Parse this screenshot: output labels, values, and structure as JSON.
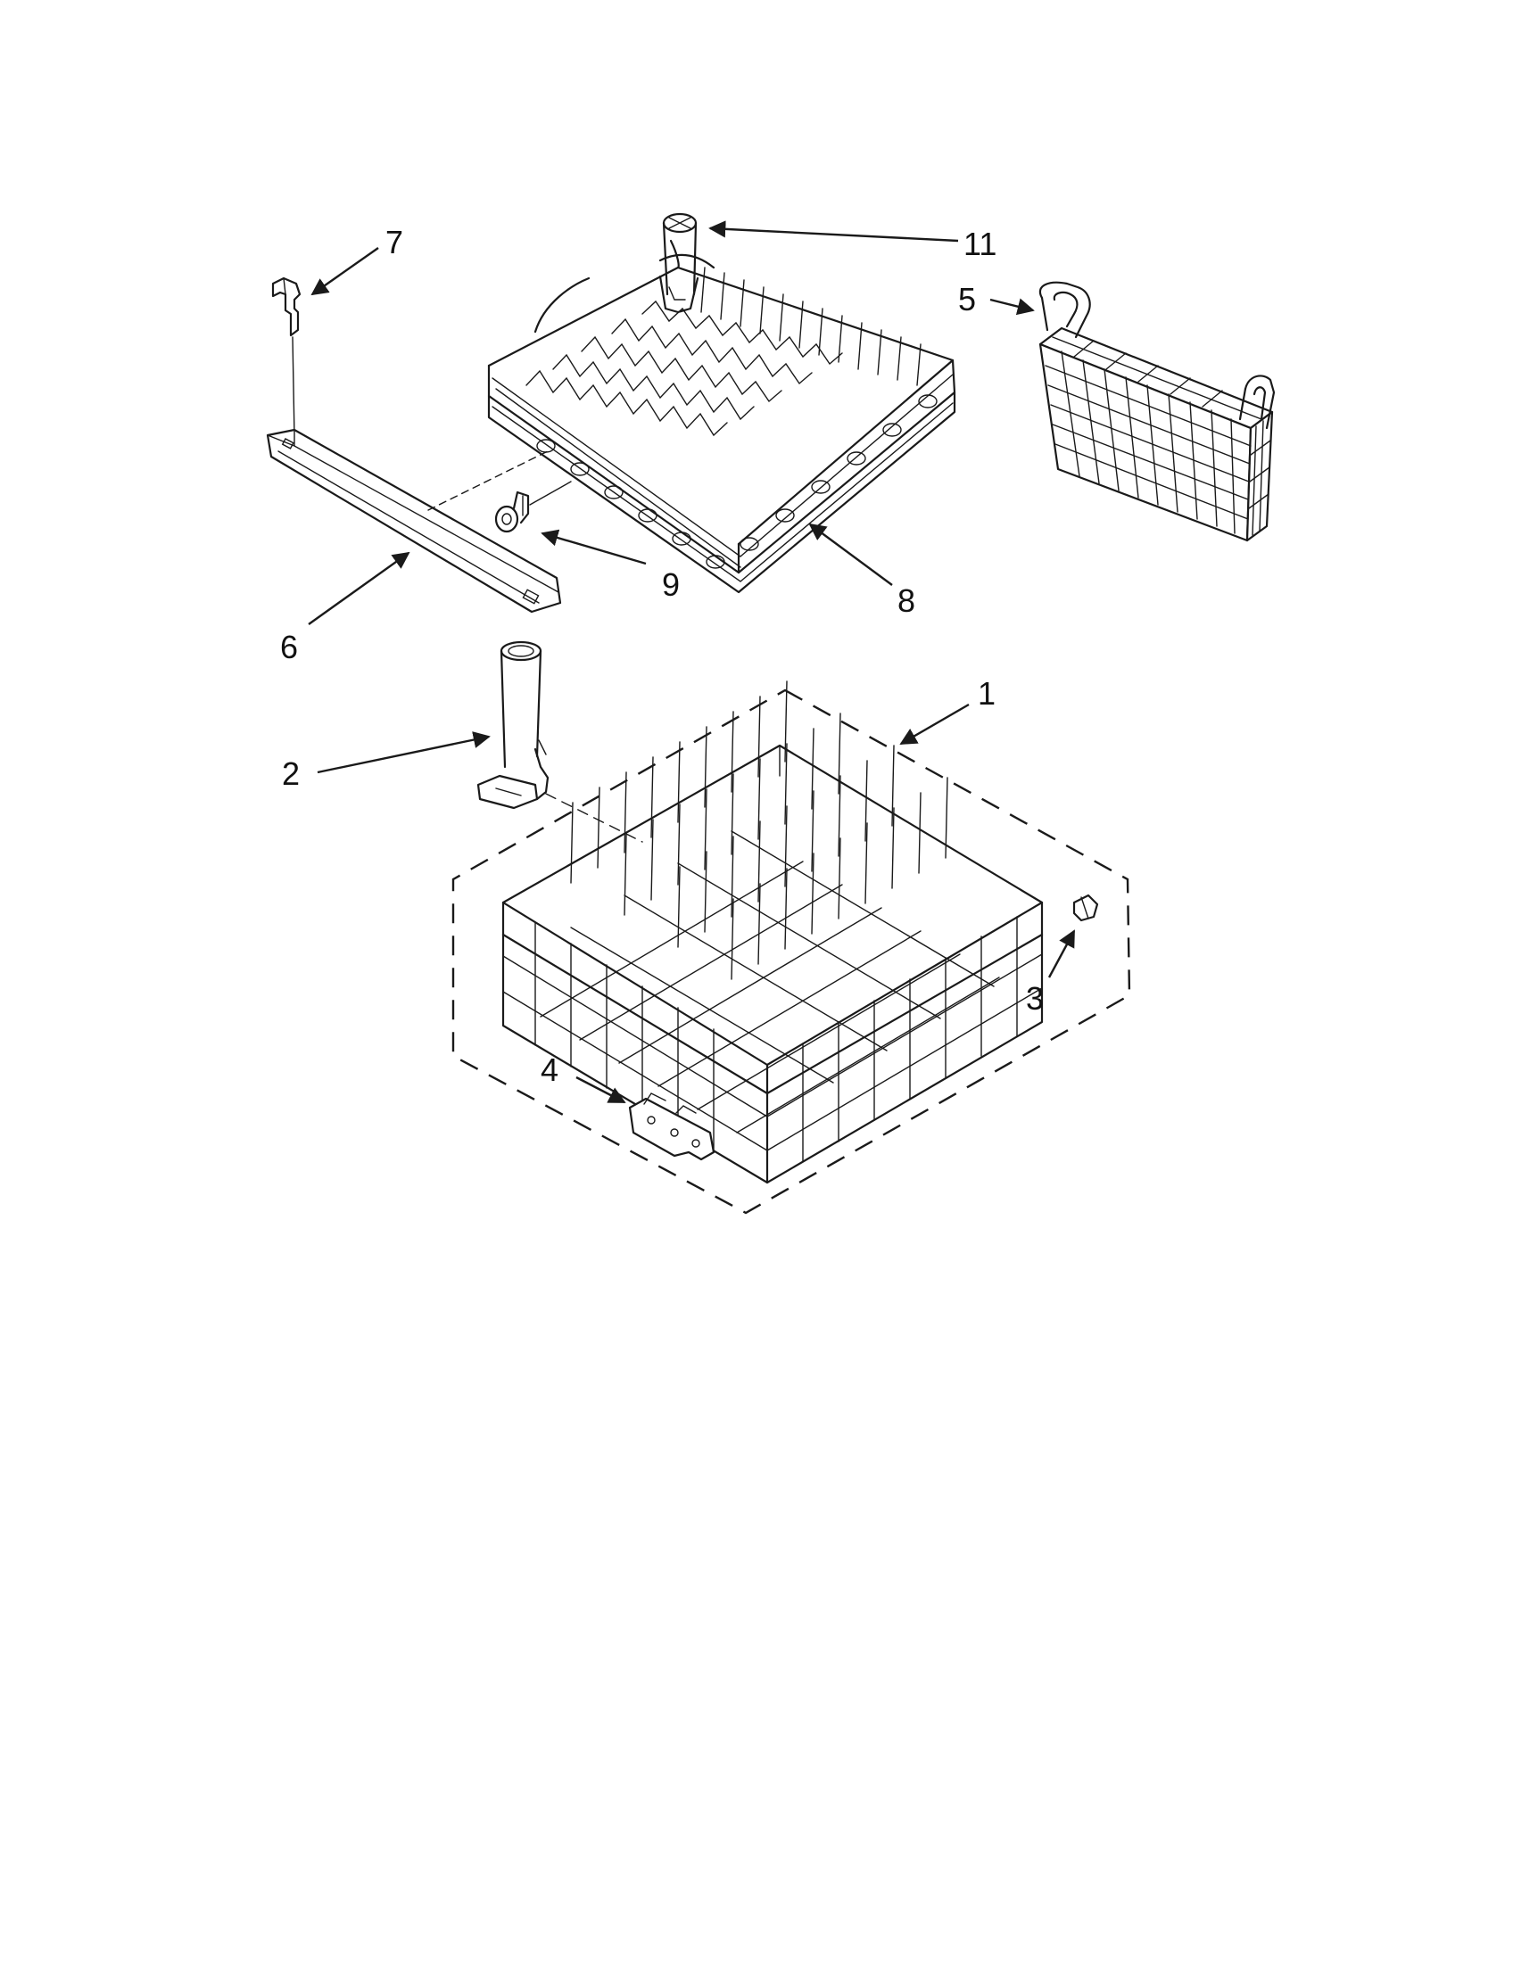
{
  "callouts": [
    {
      "id": "1",
      "label": "1"
    },
    {
      "id": "2",
      "label": "2"
    },
    {
      "id": "3",
      "label": "3"
    },
    {
      "id": "4",
      "label": "4"
    },
    {
      "id": "5",
      "label": "5"
    },
    {
      "id": "6",
      "label": "6"
    },
    {
      "id": "7",
      "label": "7"
    },
    {
      "id": "8",
      "label": "8"
    },
    {
      "id": "9",
      "label": "9"
    },
    {
      "id": "11",
      "label": "11"
    }
  ],
  "colors": {
    "ink": "#1a1a1a",
    "paper": "#ffffff"
  }
}
